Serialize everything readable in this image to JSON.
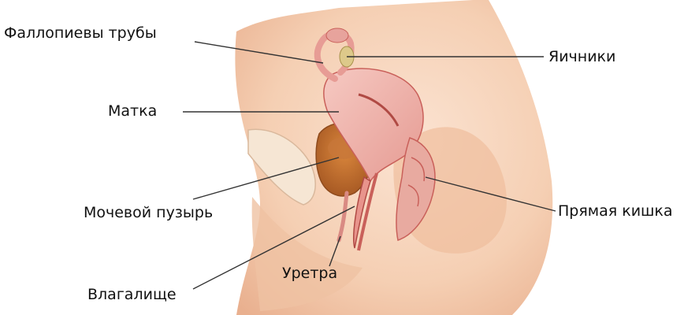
{
  "labels": {
    "fallopian_tubes": "Фаллопиевы трубы",
    "ovaries": "Яичники",
    "uterus": "Матка",
    "bladder": "Мочевой пузырь",
    "rectum": "Прямая кишка",
    "urethra": "Уретра",
    "vagina": "Влагалище"
  },
  "colors": {
    "skin_light": "#fbe6d6",
    "skin": "#f3c9a9",
    "skin_shadow": "#e2a585",
    "organ_pink": "#f0b3ae",
    "organ_dark": "#c9605a",
    "bladder_brown": "#b96a2c",
    "ovary_yellow": "#ddc98a",
    "leader_line": "#333333"
  }
}
